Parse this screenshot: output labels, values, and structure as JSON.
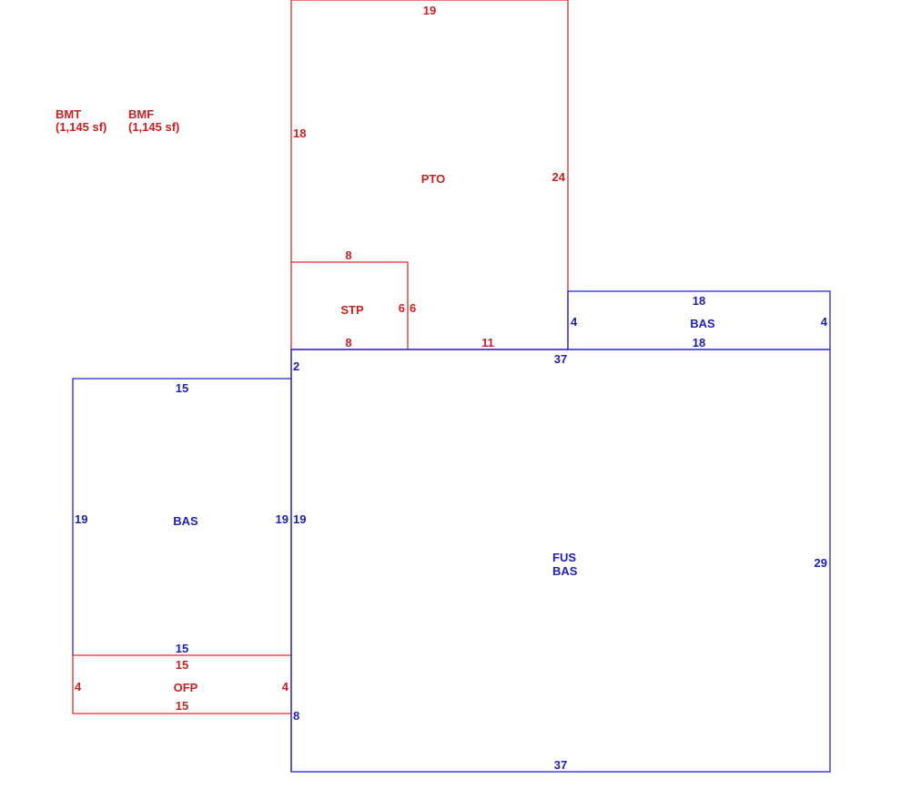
{
  "colors": {
    "red": "#d92b2b",
    "blue": "#2323c8"
  },
  "legend": {
    "bmt": {
      "code": "BMT",
      "area": "(1,145 sf)"
    },
    "bmf": {
      "code": "BMF",
      "area": "(1,145 sf)"
    }
  },
  "areas": {
    "pto": {
      "label": "PTO",
      "dims": {
        "top": "19",
        "left": "18",
        "right": "24",
        "bottom": "11"
      }
    },
    "stp": {
      "label": "STP",
      "dims": {
        "top": "8",
        "bottom": "8",
        "left": "6",
        "right": "6"
      }
    },
    "bas_right": {
      "label": "BAS",
      "dims": {
        "top": "18",
        "bottom": "18",
        "left": "4",
        "right": "4"
      }
    },
    "bas_left": {
      "label": "BAS",
      "dims": {
        "top": "15",
        "bottom": "15",
        "left": "19",
        "right": "19"
      }
    },
    "ofp": {
      "label": "OFP",
      "dims": {
        "top": "15",
        "bottom": "15",
        "left": "4",
        "right": "4"
      }
    },
    "main": {
      "label_line1": "FUS",
      "label_line2": "BAS",
      "dims": {
        "top": "37",
        "bottom": "37",
        "right": "29",
        "left_top": "2",
        "left_mid": "19",
        "left_bottom": "8"
      }
    }
  }
}
